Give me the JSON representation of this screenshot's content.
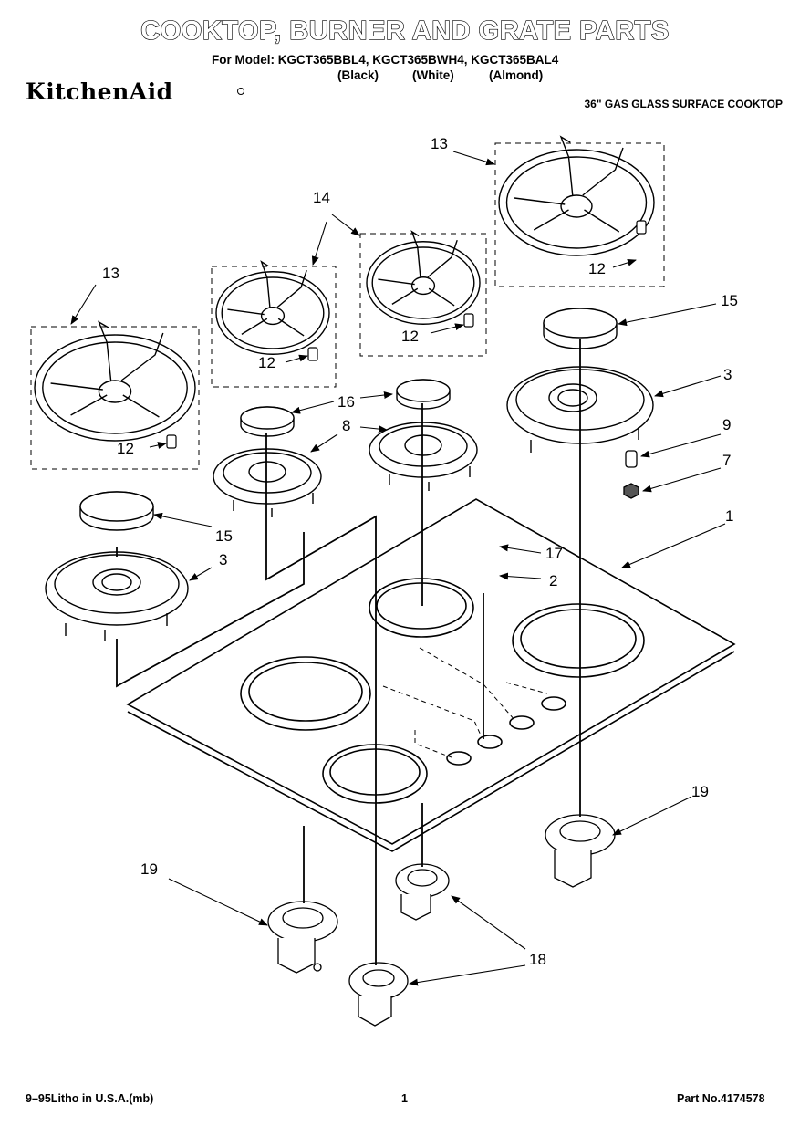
{
  "header": {
    "title": "COOKTOP, BURNER AND GRATE PARTS",
    "models_line": "For Model: KGCT365BBL4, KGCT365BWH4, KGCT365BAL4",
    "color_black": "(Black)",
    "color_white": "(White)",
    "color_almond": "(Almond)",
    "brand": "KitchenAid",
    "product": "36\" GAS GLASS SURFACE COOKTOP"
  },
  "callouts": [
    "13",
    "14",
    "13",
    "12",
    "12",
    "12",
    "12",
    "15",
    "3",
    "16",
    "8",
    "9",
    "7",
    "1",
    "15",
    "3",
    "17",
    "2",
    "19",
    "19",
    "18"
  ],
  "footer": {
    "litho": "9–95Litho in U.S.A.(mb)",
    "page": "1",
    "part_no": "Part No.4174578"
  }
}
